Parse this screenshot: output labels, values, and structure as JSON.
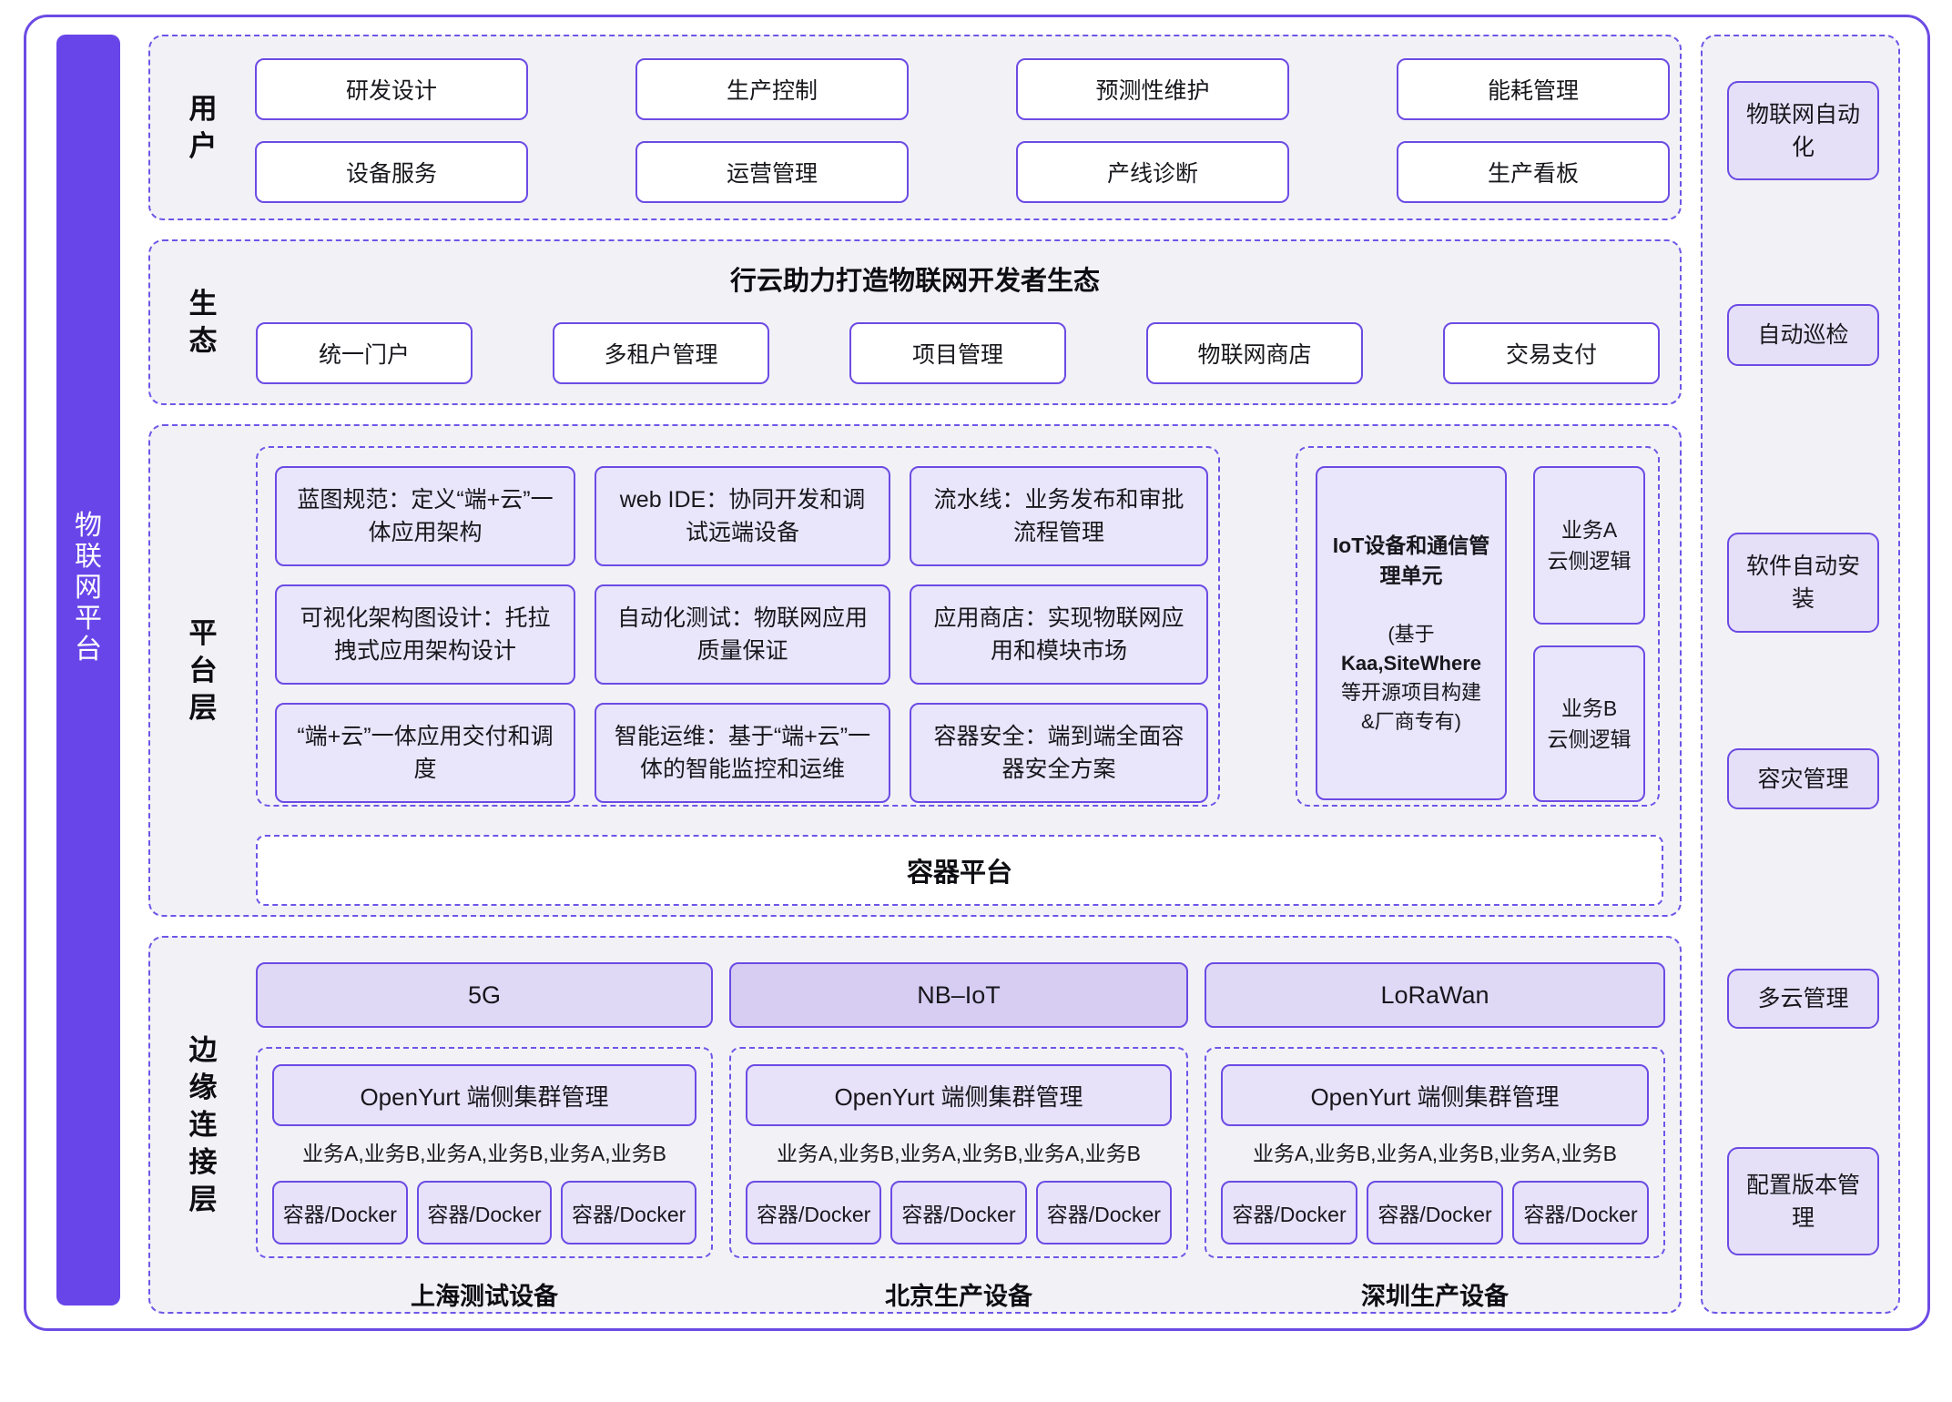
{
  "page": {
    "side_title": "物联网平台"
  },
  "colors": {
    "accent_purple": "#6C4BE4",
    "bar_purple": "#6845E9",
    "section_bg": "#F2F2F6",
    "box_lavender": "#E9E5FA",
    "network_bar": "#E0D9F6",
    "network_bar_active": "#D7CDF3"
  },
  "sections": {
    "users": {
      "label": "用户",
      "boxes": [
        "研发设计",
        "生产控制",
        "预测性维护",
        "能耗管理",
        "设备服务",
        "运营管理",
        "产线诊断",
        "生产看板"
      ]
    },
    "ecosystem": {
      "label": "生态",
      "title": "行云助力打造物联网开发者生态",
      "boxes": [
        "统一门户",
        "多租户管理",
        "项目管理",
        "物联网商店",
        "交易支付"
      ]
    },
    "platform": {
      "label": "平台层",
      "features": [
        "蓝图规范：定义“端+云”一体应用架构",
        "web IDE：协同开发和调试远端设备",
        "流水线：业务发布和审批流程管理",
        "可视化架构图设计：托拉拽式应用架构设计",
        "自动化测试：物联网应用质量保证",
        "应用商店：实现物联网应用和模块市场",
        "“端+云”一体应用交付和调度",
        "智能运维：基于“端+云”一体的智能监控和运维",
        "容器安全：端到端全面容器安全方案"
      ],
      "iot_unit": {
        "title": "IoT设备和通信管理单元",
        "note_lines": [
          "(基于",
          "Kaa,SiteWhere",
          "等开源项目构建",
          "&厂商专有)"
        ]
      },
      "business_a": [
        "业务A",
        "云侧逻辑"
      ],
      "business_b": [
        "业务B",
        "云侧逻辑"
      ],
      "container_platform": "容器平台"
    },
    "edge": {
      "label": "边缘连接层",
      "groups": [
        {
          "network": "5G",
          "cluster": "OpenYurt 端侧集群管理",
          "services": "业务A,业务B,业务A,业务B,业务A,业务B",
          "containers": [
            "容器/Docker",
            "容器/Docker",
            "容器/Docker"
          ],
          "caption": "上海测试设备"
        },
        {
          "network": "NB–IoT",
          "cluster": "OpenYurt 端侧集群管理",
          "services": "业务A,业务B,业务A,业务B,业务A,业务B",
          "containers": [
            "容器/Docker",
            "容器/Docker",
            "容器/Docker"
          ],
          "caption": "北京生产设备"
        },
        {
          "network": "LoRaWan",
          "cluster": "OpenYurt 端侧集群管理",
          "services": "业务A,业务B,业务A,业务B,业务A,业务B",
          "containers": [
            "容器/Docker",
            "容器/Docker",
            "容器/Docker"
          ],
          "caption": "深圳生产设备"
        }
      ]
    },
    "right_rail": {
      "items": [
        "物联网自动化",
        "自动巡检",
        "软件自动安装",
        "容灾管理",
        "多云管理",
        "配置版本管理"
      ]
    }
  }
}
